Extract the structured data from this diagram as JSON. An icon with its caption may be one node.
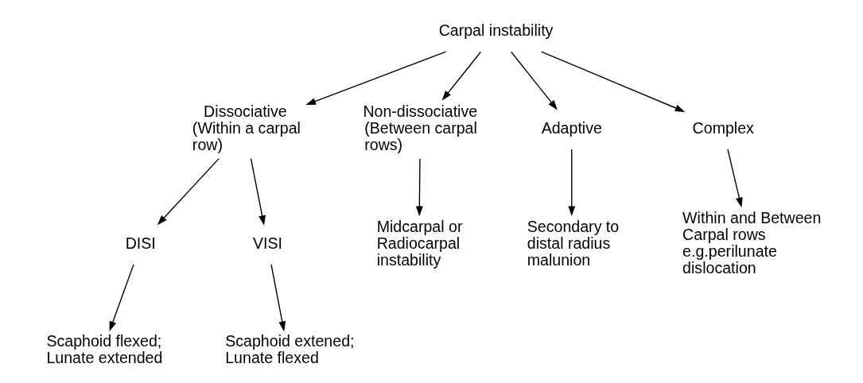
{
  "diagram": {
    "nodes": [
      {
        "text": [
          "Carpal instability"
        ]
      },
      {
        "text": [
          "Dissociative",
          "(Within a carpal row)"
        ]
      },
      {
        "text": [
          "Non-dissociative",
          "(Between carpal rows)"
        ]
      },
      {
        "text": [
          "Adaptive"
        ]
      },
      {
        "text": [
          "Complex"
        ]
      },
      {
        "text": [
          "DISI"
        ]
      },
      {
        "text": [
          "VISI"
        ]
      },
      {
        "text": [
          "Midcarpal or Radiocarpal instability"
        ]
      },
      {
        "text": [
          "Secondary to distal radius malunion"
        ]
      },
      {
        "text": [
          "Within and Between Carpal rows e.g.perilunate dislocation"
        ]
      },
      {
        "text": [
          "Scaphoid flexed; Lunate extended"
        ]
      },
      {
        "text": [
          "Scaphoid extened; Lunate flexed"
        ]
      }
    ],
    "edges": [
      {
        "from": 0,
        "to": 1,
        "arrow": "to"
      },
      {
        "from": 0,
        "to": 2,
        "arrow": "to"
      },
      {
        "from": 0,
        "to": 3,
        "arrow": "to"
      },
      {
        "from": 0,
        "to": 4,
        "arrow": "to"
      },
      {
        "from": 1,
        "to": 5,
        "arrow": "to"
      },
      {
        "from": 1,
        "to": 6,
        "arrow": "to"
      },
      {
        "from": 2,
        "to": 7,
        "arrow": "to"
      },
      {
        "from": 3,
        "to": 8,
        "arrow": "to"
      },
      {
        "from": 4,
        "to": 9,
        "arrow": "to"
      },
      {
        "from": 5,
        "to": 10,
        "arrow": "to"
      },
      {
        "from": 6,
        "to": 11,
        "arrow": "to"
      }
    ]
  }
}
